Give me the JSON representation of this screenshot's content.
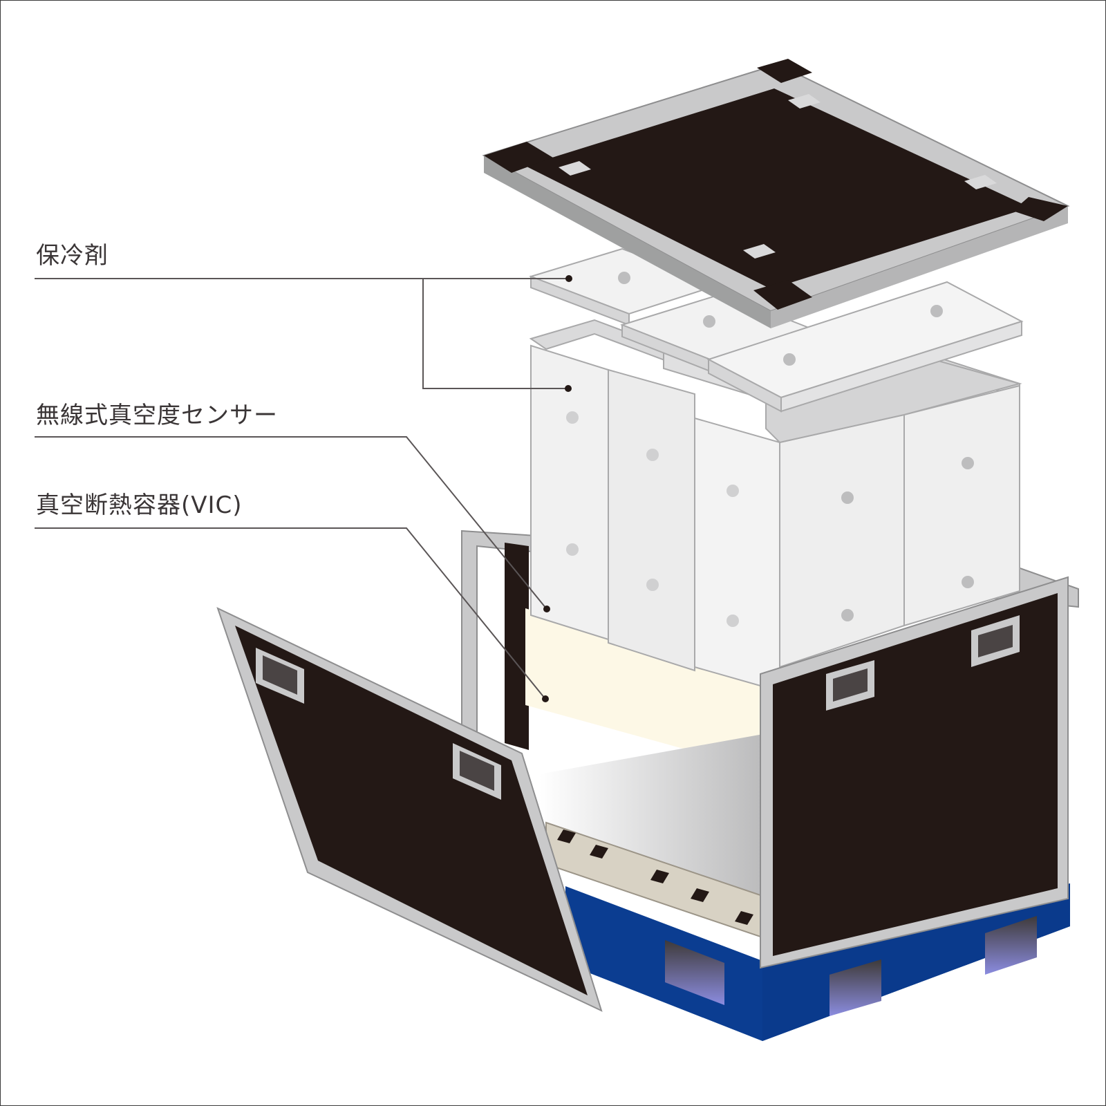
{
  "labels": {
    "coolant": "保冷剤",
    "sensor": "無線式真空度センサー",
    "vic": "真空断熱容器(VIC)"
  },
  "colors": {
    "case_black": "#231815",
    "frame_gray": "#c9c9ca",
    "panel_white": "#efefef",
    "pallet_blue": "#0b3d91",
    "interior_cream": "#fdf8e6",
    "leader_line": "#5a5556"
  }
}
